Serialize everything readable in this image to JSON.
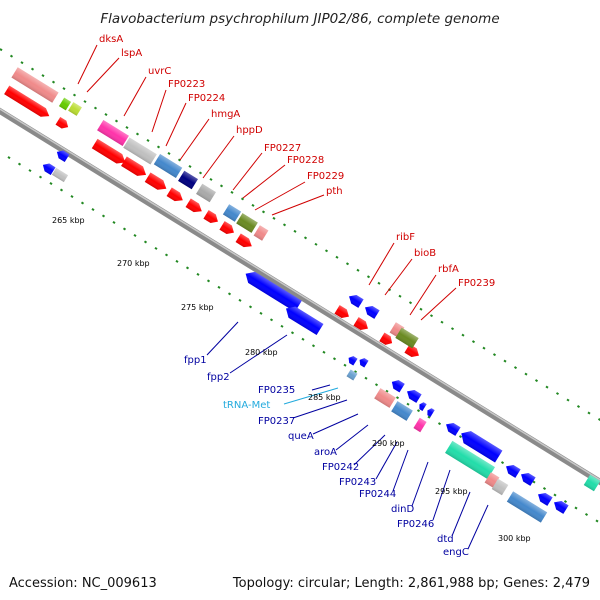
{
  "title": "Flavobacterium psychrophilum JIP02/86, complete genome",
  "footer": {
    "accession": "Accession: NC_009613",
    "topology": "Topology: circular; Length: 2,861,988 bp; Genes: 2,479"
  },
  "scale_ticks": [
    "265 kbp",
    "270 kbp",
    "275 kbp",
    "280 kbp",
    "285 kbp",
    "290 kbp",
    "295 kbp",
    "300 kbp"
  ],
  "forward_gene_labels": [
    "dksA",
    "lspA",
    "uvrC",
    "FP0223",
    "FP0224",
    "hmgA",
    "hppD",
    "FP0227",
    "FP0228",
    "FP0229",
    "pth",
    "ribF",
    "bioB",
    "rbfA",
    "FP0239"
  ],
  "reverse_gene_labels": [
    "fpp1",
    "fpp2",
    "FP0235",
    "tRNA-Met",
    "FP0237",
    "queA",
    "aroA",
    "FP0242",
    "FP0243",
    "FP0244",
    "dinD",
    "FP0246",
    "dtd",
    "engC"
  ],
  "colors": {
    "forward_label": "#d00000",
    "reverse_label": "#0000a0",
    "trna_label": "#22aadd",
    "forward_strand": "#ff0000",
    "reverse_strand": "#0000ff",
    "backbone": "#808080",
    "gc_dots": "#228822"
  }
}
